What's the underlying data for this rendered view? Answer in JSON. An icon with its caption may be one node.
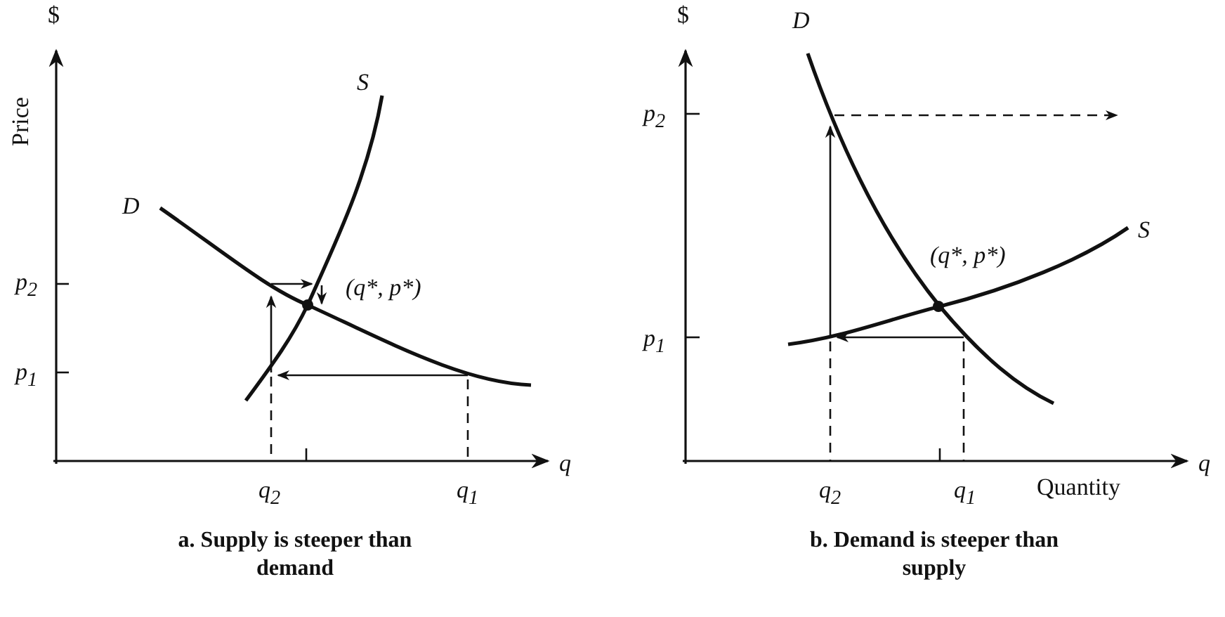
{
  "diagram": {
    "labels": [
      "$",
      "Price",
      "S",
      "D",
      "p$_{2}$",
      "(q*, p*)",
      "p$_{1}$",
      "q",
      "q$_{2}$",
      "q$_{1}$",
      "a.  Supply is steeper than demand",
      "$",
      "D",
      "p$_{2}$",
      "S",
      "(q*, p*)",
      "p$_{1}$",
      "q",
      "q$_{2}$",
      "q$_{1}$",
      "Quantity",
      "b.  Demand is steeper than supply"
    ]
  }
}
